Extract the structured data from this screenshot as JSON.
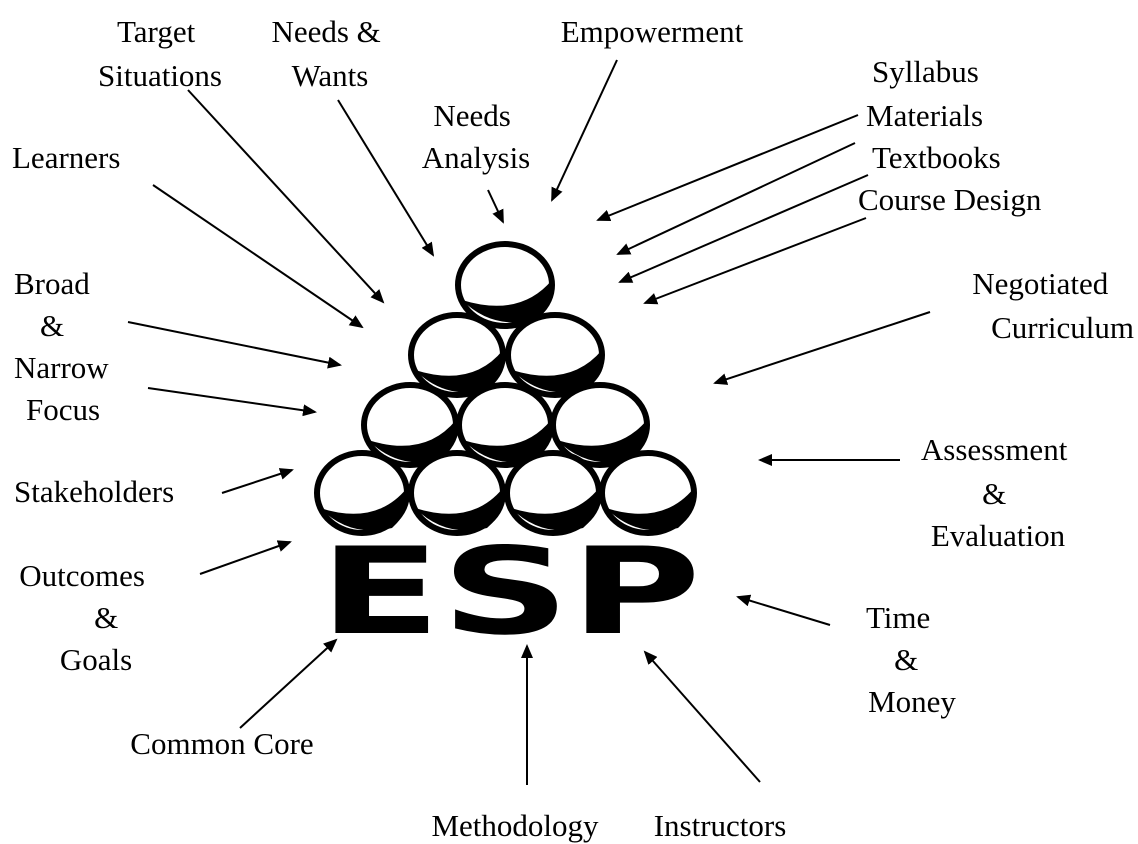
{
  "center_logo": "ESP",
  "labels": {
    "target_situations": [
      "Target",
      "Situations"
    ],
    "needs_wants": [
      "Needs &",
      "Wants"
    ],
    "empowerment": [
      "Empowerment"
    ],
    "needs_analysis": [
      "Needs",
      "Analysis"
    ],
    "syllabus": [
      "Syllabus"
    ],
    "materials": [
      "Materials"
    ],
    "textbooks": [
      "Textbooks"
    ],
    "course_design": [
      "Course Design"
    ],
    "learners": [
      "Learners"
    ],
    "broad_narrow_focus": [
      "Broad",
      "&",
      "Narrow",
      "Focus"
    ],
    "negotiated_curriculum": [
      "Negotiated",
      "Curriculum"
    ],
    "stakeholders": [
      "Stakeholders"
    ],
    "assessment_evaluation": [
      "Assessment",
      "&",
      "Evaluation"
    ],
    "outcomes_goals": [
      "Outcomes",
      "&",
      "Goals"
    ],
    "time_money": [
      "Time",
      "&",
      "Money"
    ],
    "common_core": [
      "Common Core"
    ],
    "methodology": [
      "Methodology"
    ],
    "instructors": [
      "Instructors"
    ]
  }
}
